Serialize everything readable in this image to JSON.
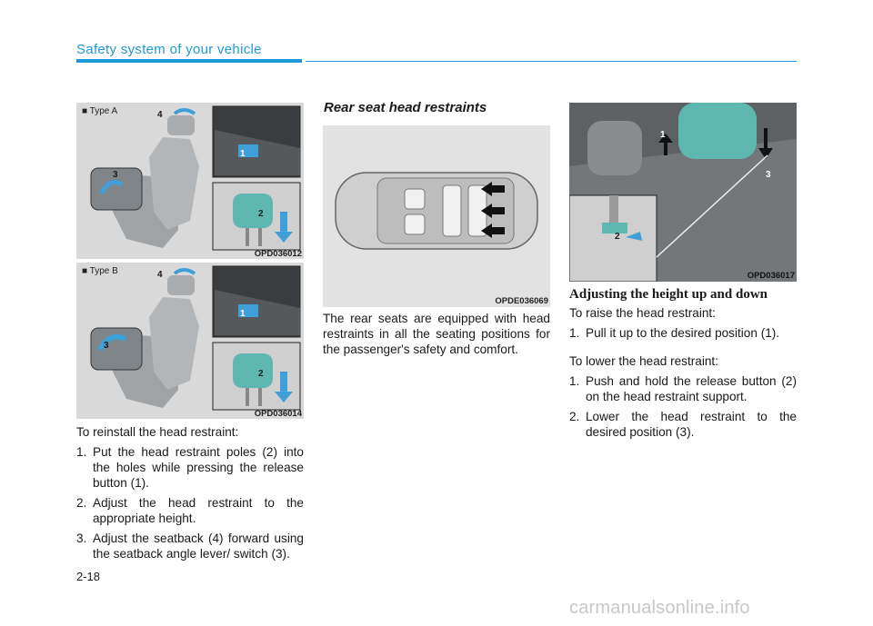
{
  "header": {
    "section_title": "Safety system of your vehicle"
  },
  "footer": {
    "page_number": "2-18",
    "watermark": "carmanualsonline.info"
  },
  "col1": {
    "fig_a": {
      "type_label": "Type A",
      "code": "OPD036012",
      "callouts": [
        "4",
        "1",
        "3",
        "2"
      ]
    },
    "fig_b": {
      "type_label": "Type B",
      "code": "OPD036014",
      "callouts": [
        "4",
        "1",
        "3",
        "2"
      ]
    },
    "intro": "To reinstall the head restraint:",
    "steps": [
      {
        "num": "1.",
        "text": "Put the head restraint poles (2) into the holes while pressing the release button (1)."
      },
      {
        "num": "2.",
        "text": "Adjust the head restraint to the appropriate height."
      },
      {
        "num": "3.",
        "text": "Adjust the seatback (4) forward using the seatback angle lever/ switch (3)."
      }
    ]
  },
  "col2": {
    "heading": "Rear seat head restraints",
    "fig": {
      "code": "OPDE036069"
    },
    "body": "The rear seats are equipped with head restraints in all the seating positions for the passenger's safety and comfort."
  },
  "col3": {
    "fig": {
      "code": "OPD036017",
      "callouts": [
        "1",
        "2",
        "3"
      ]
    },
    "heading": "Adjusting the height up and down",
    "raise_intro": "To raise the head restraint:",
    "raise_steps": [
      {
        "num": "1.",
        "text": "Pull it up to the desired position (1)."
      }
    ],
    "lower_intro": "To lower the head restraint:",
    "lower_steps": [
      {
        "num": "1.",
        "text": "Push and hold the release button (2) on the head restraint support."
      },
      {
        "num": "2.",
        "text": "Lower the head restraint to the desired position (3)."
      }
    ]
  },
  "colors": {
    "accent": "#1e9ad6",
    "restraint_teal": "#5fb8b0",
    "arrow_blue": "#3f9fd8"
  }
}
